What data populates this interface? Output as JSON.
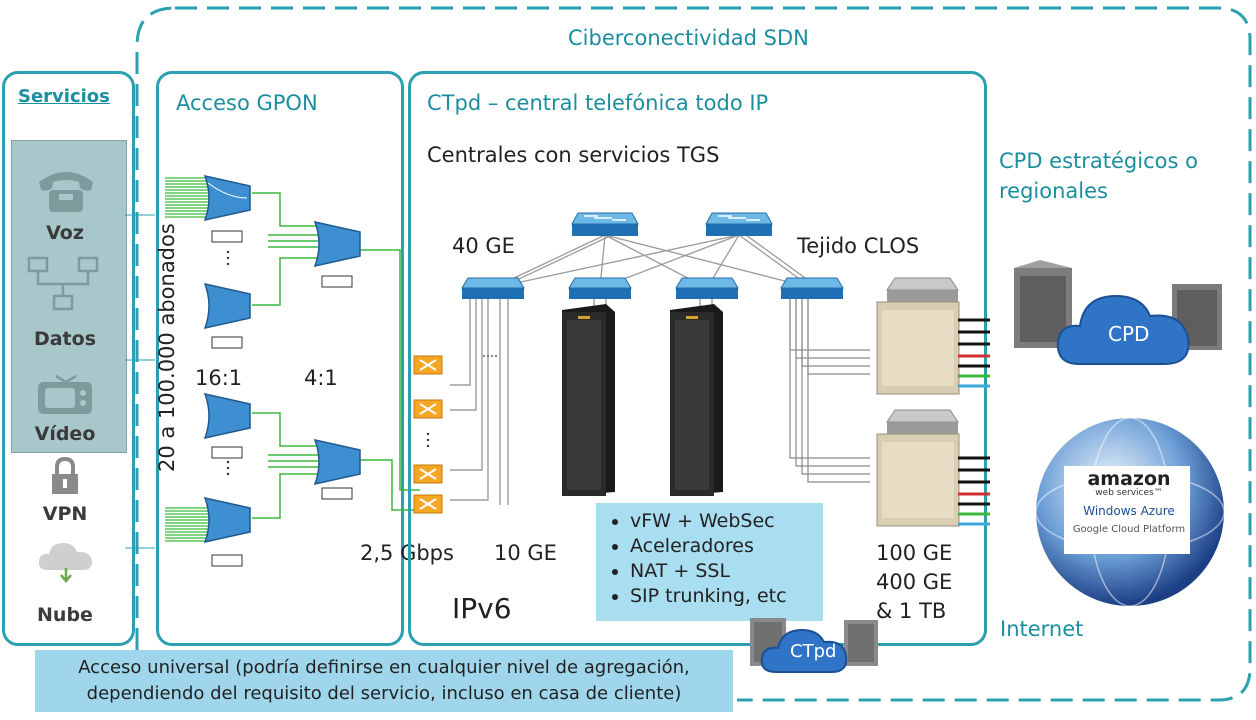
{
  "sdn_title": "Ciberconectividad SDN",
  "servicios": {
    "title": "Servicios",
    "items": [
      {
        "label": "Voz",
        "icon": "phone-icon"
      },
      {
        "label": "Datos",
        "icon": "network-icon"
      },
      {
        "label": "Vídeo",
        "icon": "tv-icon"
      },
      {
        "label": "VPN",
        "icon": "lock-icon"
      },
      {
        "label": "Nube",
        "icon": "cloud-download-icon"
      }
    ]
  },
  "gpon": {
    "title": "Acceso GPON",
    "abonados": "20 a 100.000 abonados",
    "split1": "16:1",
    "split2": "4:1",
    "speed": "2,5 Gbps"
  },
  "ctpd": {
    "title": "CTpd – central telefónica todo IP",
    "subtitle": "Centrales con servicios TGS",
    "link_40": "40 GE",
    "fabric": "Tejido CLOS",
    "link_10": "10 GE",
    "ip": "IPv6",
    "features": [
      "vFW + WebSec",
      "Aceleradores",
      "NAT + SSL",
      "SIP trunking, etc"
    ],
    "speeds": [
      "100 GE",
      "400 GE",
      "& 1 TB"
    ],
    "cloud_label": "CTpd"
  },
  "cpd": {
    "title_line1": "CPD estratégicos o",
    "title_line2": "regionales",
    "cloud_label": "CPD"
  },
  "internet": {
    "label": "Internet",
    "providers": [
      "amazon",
      "web services™",
      "Windows Azure",
      "Google Cloud Platform"
    ]
  },
  "banner": {
    "line1": "Acceso universal (podría definirse en cualquier nivel de agregación,",
    "line2": "dependiendo del requisito del servicio, incluso en casa de cliente)"
  }
}
